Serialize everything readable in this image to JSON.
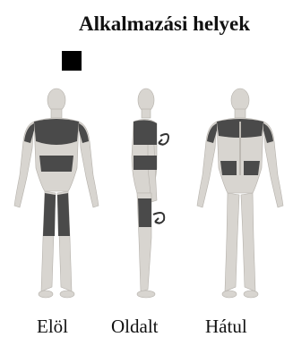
{
  "title": "Alkalmazási helyek",
  "marker_color": "#000000",
  "views": [
    {
      "key": "front",
      "label": "Elöl"
    },
    {
      "key": "side",
      "label": "Oldalt"
    },
    {
      "key": "back",
      "label": "Hátul"
    }
  ],
  "colors": {
    "skin": "#d8d5d0",
    "skin_shade": "#bdb9b3",
    "highlight": "#4a4a4a",
    "arrow": "#333333"
  }
}
